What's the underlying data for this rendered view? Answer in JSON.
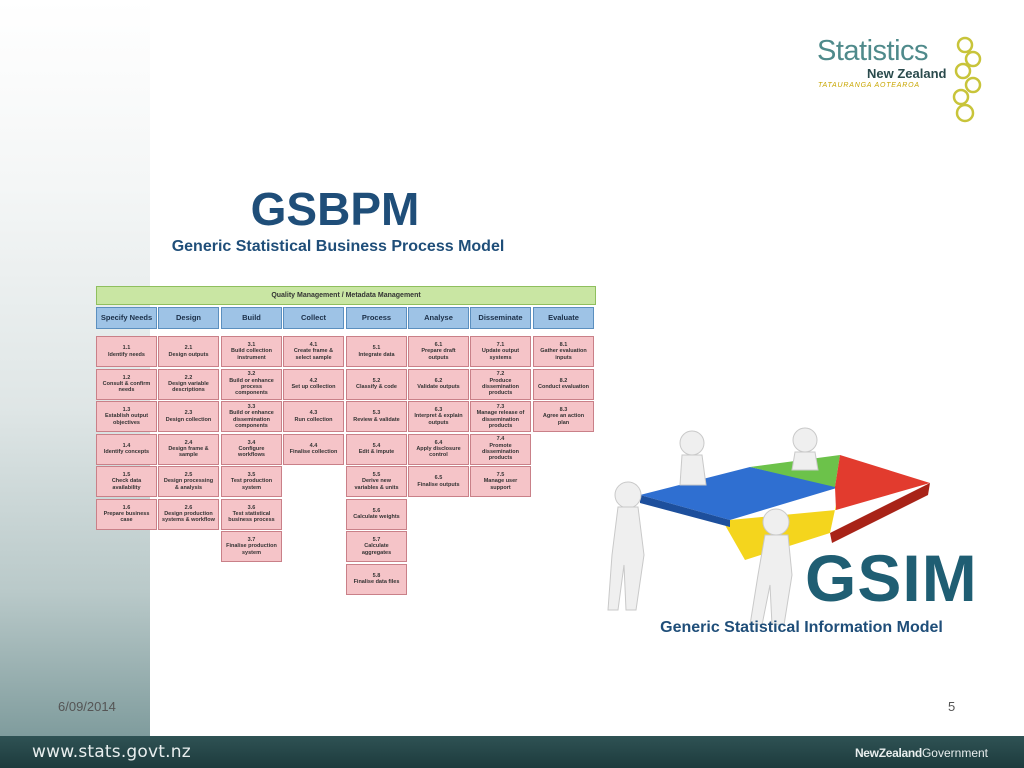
{
  "slide": {
    "title": "GSBPM",
    "subtitle": "Generic Statistical Business Process Model",
    "gsim_subtitle": "Generic Statistical Information Model",
    "gsim_logo_text": "GSIM",
    "date": "6/09/2014",
    "page_number": "5"
  },
  "logo": {
    "word1": "Statistics",
    "word2": "New Zealand",
    "word3": "TATAURANGA AOTEAROA"
  },
  "footer": {
    "url": "www.stats.govt.nz",
    "gov_bold": "NewZealand",
    "gov_rest": "Government"
  },
  "gsbpm": {
    "overarching": "Quality Management / Metadata Management",
    "phases": [
      "Specify Needs",
      "Design",
      "Build",
      "Collect",
      "Process",
      "Analyse",
      "Disseminate",
      "Evaluate"
    ],
    "subprocesses": [
      [
        "1.1\nIdentify needs",
        "1.2\nConsult & confirm\nneeds",
        "1.3\nEstablish output\nobjectives",
        "1.4\nIdentify concepts",
        "1.5\nCheck data\navailability",
        "1.6\nPrepare business\ncase"
      ],
      [
        "2.1\nDesign outputs",
        "2.2\nDesign variable\ndescriptions",
        "2.3\nDesign collection",
        "2.4\nDesign frame &\nsample",
        "2.5\nDesign processing\n& analysis",
        "2.6\nDesign production\nsystems & workflow"
      ],
      [
        "3.1\nBuild collection\ninstrument",
        "3.2\nBuild or enhance\nprocess\ncomponents",
        "3.3\nBuild or enhance\ndissemination\ncomponents",
        "3.4\nConfigure\nworkflows",
        "3.5\nTest production\nsystem",
        "3.6\nTest statistical\nbusiness process",
        "3.7\nFinalise production\nsystem"
      ],
      [
        "4.1\nCreate frame &\nselect sample",
        "4.2\nSet up collection",
        "4.3\nRun collection",
        "4.4\nFinalise collection"
      ],
      [
        "5.1\nIntegrate data",
        "5.2\nClassify & code",
        "5.3\nReview & validate",
        "5.4\nEdit & impute",
        "5.5\nDerive new\nvariables & units",
        "5.6\nCalculate weights",
        "5.7\nCalculate\naggregates",
        "5.8\nFinalise data files"
      ],
      [
        "6.1\nPrepare draft\noutputs",
        "6.2\nValidate outputs",
        "6.3\nInterpret & explain\noutputs",
        "6.4\nApply disclosure\ncontrol",
        "6.5\nFinalise outputs"
      ],
      [
        "7.1\nUpdate output\nsystems",
        "7.2\nProduce\ndissemination\nproducts",
        "7.3\nManage release of\ndissemination\nproducts",
        "7.4\nPromote\ndissemination\nproducts",
        "7.5\nManage user\nsupport"
      ],
      [
        "8.1\nGather evaluation\ninputs",
        "8.2\nConduct evaluation",
        "8.3\nAgree an action\nplan"
      ]
    ]
  },
  "colors": {
    "title": "#1f4e79",
    "phase_header": "#9ec3e6",
    "subprocess": "#f5c4c8",
    "quality_bar": "#c9e6a3",
    "footer": "#1d3b3d"
  }
}
